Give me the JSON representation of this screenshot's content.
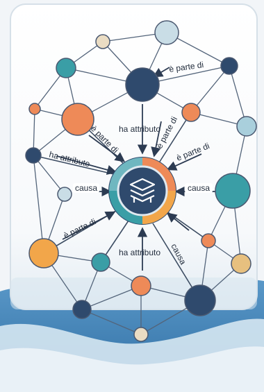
{
  "diagram": {
    "labels": {
      "part_of_top": "è parte di",
      "has_attribute_top": "ha attributo",
      "part_of_rotated_a": "è parte di",
      "part_of_rotated_b": "è parte di",
      "part_of_left_upper": "è parte di",
      "has_attribute_left": "ha attributo",
      "cause_left": "causa",
      "cause_right": "causa",
      "part_of_left_lower": "è parte di",
      "has_attribute_bottom": "ha attributo",
      "cause_bottom_right": "causa"
    },
    "colors": {
      "navy": "#2f4a6d",
      "teal": "#3a9ea6",
      "orange": "#ee8a58",
      "amber": "#f2a64a",
      "sand": "#e7c07f",
      "sky": "#a9cfdc",
      "pale": "#c9dde6",
      "beige": "#eadcc3",
      "wave": "#3f7fb5"
    },
    "hub_icon": "stacked-layers-icon"
  }
}
